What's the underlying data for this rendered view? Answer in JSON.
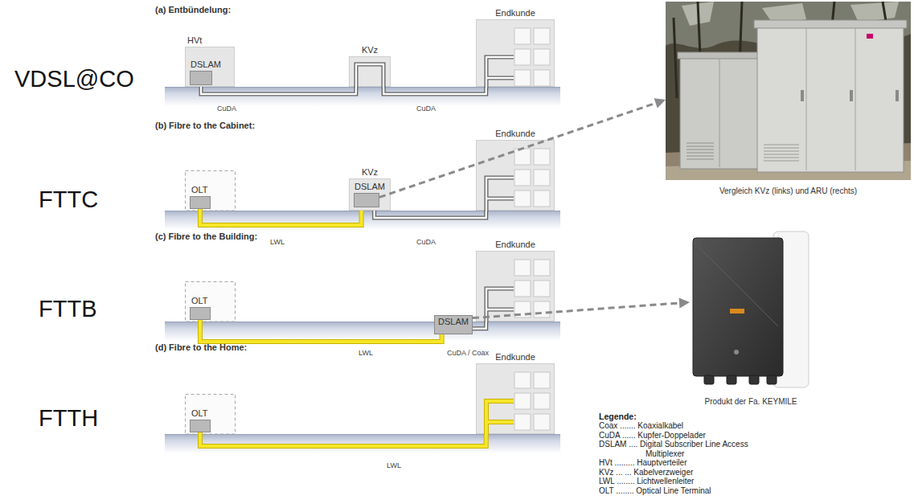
{
  "diagram": {
    "nodes": [
      {
        "text": [
          "HVt"
        ]
      },
      {
        "text": [
          "DSLAM"
        ],
        "in": 0
      },
      {
        "text": [
          "KVz"
        ]
      },
      {
        "text": [
          "Endkunde"
        ]
      },
      {
        "text": [
          "OLT"
        ]
      },
      {
        "text": [
          "KVz"
        ]
      },
      {
        "text": [
          "DSLAM"
        ],
        "in": 5
      },
      {
        "text": [
          "Endkunde"
        ]
      },
      {
        "text": [
          "OLT"
        ]
      },
      {
        "text": [
          "DSLAM"
        ]
      },
      {
        "text": [
          "Endkunde"
        ]
      },
      {
        "text": [
          "OLT"
        ]
      },
      {
        "text": [
          "Endkunde"
        ]
      },
      {
        "text": [
          "Vergleich KVz (links) und ARU (rechts)"
        ]
      },
      {
        "text": [
          "Produkt der Fa. KEYMILE"
        ]
      }
    ],
    "edges": [
      {
        "from": 1,
        "to": 2,
        "label": "CuDA",
        "arrow": "none"
      },
      {
        "from": 2,
        "to": 3,
        "label": "CuDA",
        "arrow": "none"
      },
      {
        "from": 4,
        "to": 6,
        "label": "LWL",
        "arrow": "none"
      },
      {
        "from": 6,
        "to": 7,
        "label": "CuDA",
        "arrow": "none"
      },
      {
        "from": 8,
        "to": 9,
        "label": "LWL",
        "arrow": "none"
      },
      {
        "from": 9,
        "to": 10,
        "label": "CuDA / Coax",
        "arrow": "none"
      },
      {
        "from": 11,
        "to": 12,
        "label": "LWL",
        "arrow": "none"
      },
      {
        "from": 6,
        "to": 13,
        "arrow": "to"
      },
      {
        "from": 9,
        "to": 14,
        "arrow": "to"
      }
    ],
    "labels": [
      "VDSL@CO",
      "FTTC",
      "FTTB",
      "FTTH",
      "(a) Entbündelung:",
      "(b) Fibre to the Cabinet:",
      "(c) Fibre to the Building:",
      "(d) Fibre to the Home:",
      "Legende:"
    ],
    "legend": [
      {
        "text": "Coax ....... Koaxialkabel"
      },
      {
        "text": "CuDA ...... Kupfer-Doppelader"
      },
      {
        "text": "DSLAM .... Digital Subscriber Line Access Multiplexer"
      },
      {
        "text": "HVt ......... Hauptverteiler"
      },
      {
        "text": "KVz ... ... Kabelverzweiger"
      },
      {
        "text": "LWL ........ Lichtwellenleiter"
      },
      {
        "text": "OLT ........ Optical Line Terminal"
      }
    ]
  }
}
